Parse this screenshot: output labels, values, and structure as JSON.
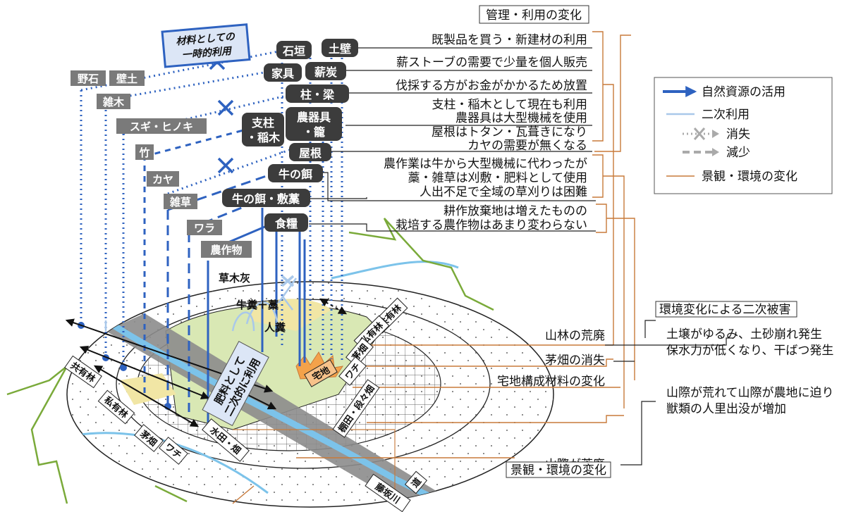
{
  "header": {
    "title": "管理・利用の変化"
  },
  "material_box": {
    "line1": "材料としての",
    "line2": "一時的利用"
  },
  "legend": {
    "natural_resource": "自然資源の活用",
    "secondary_use": "二次利用",
    "lost": "消失",
    "decreasing": "減少",
    "landscape_change": "景観・環境の変化"
  },
  "resources_left": {
    "noishi": "野石",
    "kabetsuchi": "壁土",
    "zatsuboku": "雑木",
    "sugi_hinoki": "スギ・ヒノキ",
    "take": "竹",
    "kaya": "カヤ",
    "zassou": "雑草",
    "wara": "ワラ",
    "nousakumotsu": "農作物"
  },
  "products": {
    "ishigaki": "石垣",
    "tsuchikabe": "土壁",
    "kagu": "家具",
    "makizumi": "薪炭",
    "hashira_hari": "柱・梁",
    "shichu_inagi_1": "支柱",
    "shichu_inagi_2": "・稲木",
    "nougu_1": "農器具",
    "nougu_2": "・籠",
    "yane": "屋根",
    "ushi_esa": "牛の餌",
    "ushi_esa_shikiwara": "牛の餌・敷藁",
    "shokuryou": "食糧"
  },
  "flow_labels": {
    "soumokubai": "草木灰",
    "gyufun_wara": "牛糞＋藁",
    "jinpun": "人糞",
    "fertilizer_1": "肥料として",
    "fertilizer_2": "二次的に利用"
  },
  "changes": [
    "既製品を買う・新建材の利用",
    "薪ストーブの需要で少量を個人販売",
    "伐採する方がお金がかかるため放置",
    "支柱・稲木として現在も利用",
    "農器具は大型機械を使用",
    "屋根はトタン・瓦葺きになり",
    "カヤの需要が無くなる",
    "農作業は牛から大型機械に代わったが",
    "藁・雑草は刈敷・肥料として使用",
    "人出不足で全域の草刈りは困難",
    "耕作放棄地は増えたものの",
    "栽培する農作物はあまり変わらない"
  ],
  "landscape": {
    "sanrin": "山林の荒廃",
    "kayabata": "茅畑の消失",
    "takuchi": "宅地構成材料の変化",
    "yamagiwa": "山際が荒廃"
  },
  "secondary_damage": {
    "title": "環境変化による二次被害",
    "line1": "土壌がゆるみ、土砂崩れ発生",
    "line2": "保水力が低くなり、干ばつ発生",
    "line3": "山際が荒れて山際が農地に迫り",
    "line4": "獣類の人里出没が増加"
  },
  "zones_right": {
    "kyouyuurin": "共有林",
    "shiyuurin": "私有林",
    "kayabata": "茅畑",
    "wachi": "ワチ",
    "takuchi": "宅地",
    "tanada": "棚田・段々畑"
  },
  "zones_left": {
    "kyouyuurin": "共有林",
    "shiyuurin": "私有林",
    "kayabata": "茅畑",
    "wachi": "ワチ",
    "suiden": "水田・畑"
  },
  "map_labels": {
    "michi": "道",
    "river": "藤坂川"
  },
  "bottom_title": "景観・環境の変化",
  "colors": {
    "flow_blue": "#2e62c0",
    "light_blue": "#a9c8ea",
    "orange": "#c87a3a",
    "tag_grey": "#6e6e6e",
    "tag_dark": "#3c3c3c",
    "ground_green": "#d9e8b4",
    "road_grey": "#8c8c8c"
  }
}
